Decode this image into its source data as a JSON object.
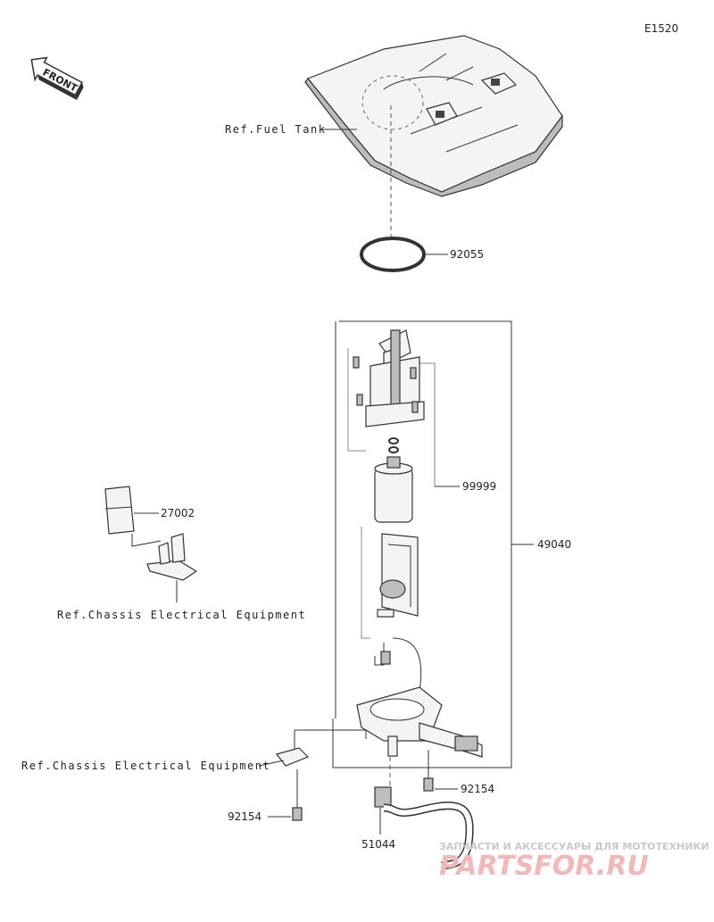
{
  "diagram_id": "E1520",
  "front_label": "FRONT",
  "labels": {
    "ref_fuel_tank": "Ref.Fuel Tank",
    "ref_chassis_1": "Ref.Chassis Electrical Equipment",
    "ref_chassis_2": "Ref.Chassis Electrical Equipment"
  },
  "parts": {
    "p92055": "92055",
    "p99999": "99999",
    "p49040": "49040",
    "p27002": "27002",
    "p92154_right": "92154",
    "p92154_left": "92154",
    "p51044": "51044"
  },
  "watermark": {
    "top": "ЗАПЧАСТИ И АКСЕССУАРЫ ДЛЯ МОТОТЕХНИКИ",
    "logo": "PARTSFOR.RU"
  }
}
